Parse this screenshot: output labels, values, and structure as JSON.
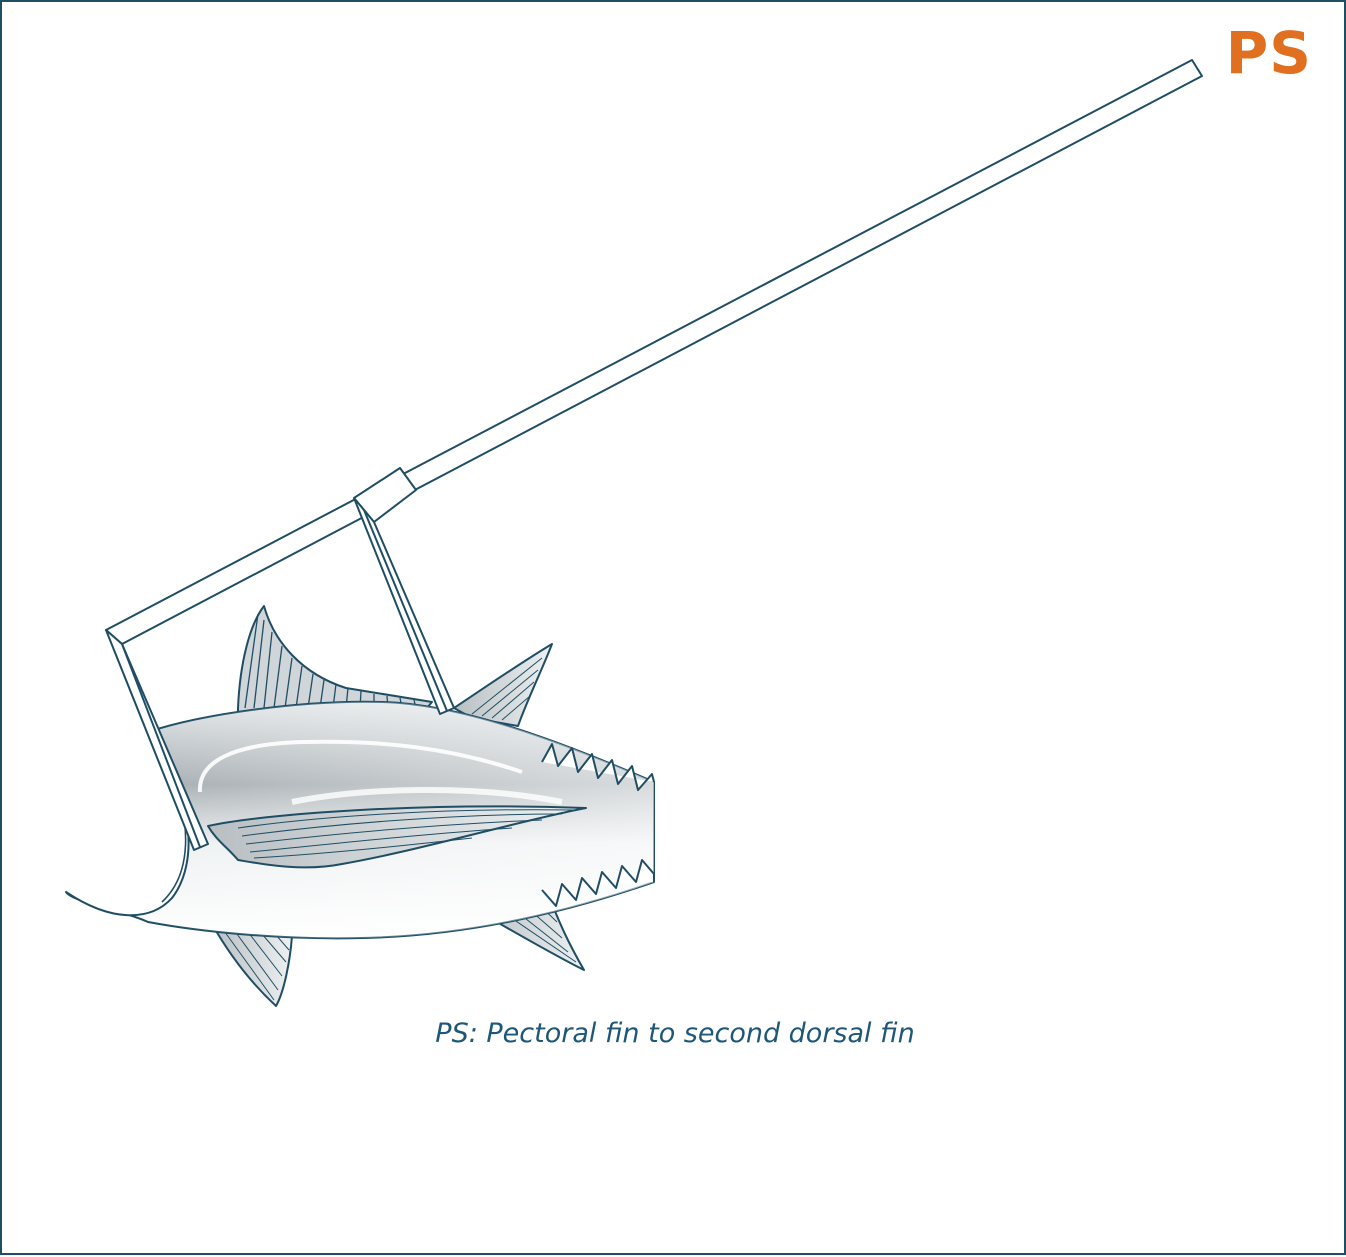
{
  "badge": {
    "text": "PS",
    "color": "#e0701f"
  },
  "caption": {
    "text": "PS: Pectoral fin to second dorsal fin",
    "color": "#1e5777"
  },
  "colors": {
    "line": "#1f4e64",
    "body_light": "#f4f6f7",
    "body_dark": "#8f979b"
  },
  "illustration": {
    "subject": "tuna",
    "tool": "caliper",
    "icons": [
      "fish-illustration",
      "caliper-illustration"
    ]
  }
}
